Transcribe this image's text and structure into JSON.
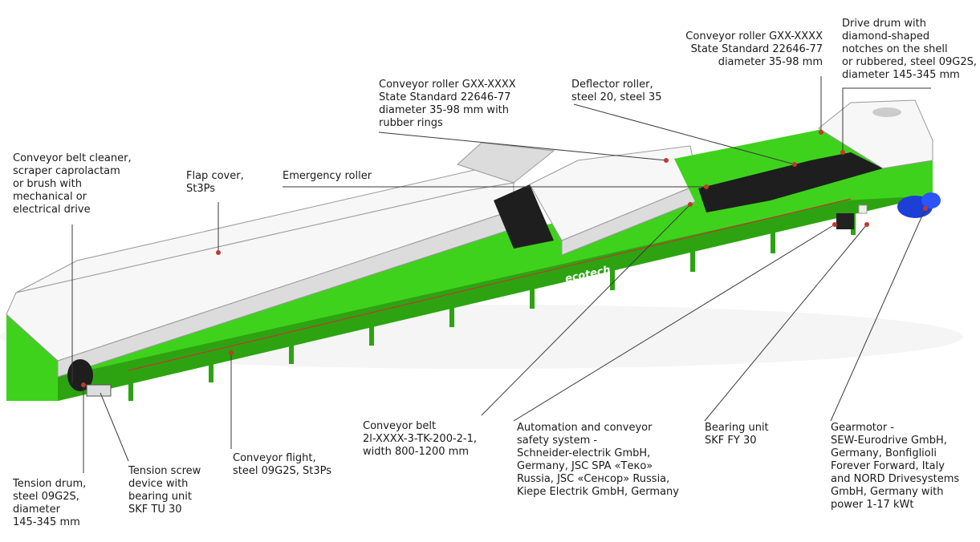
{
  "colors": {
    "frame_green": "#3fd21c",
    "frame_green_dark": "#2da312",
    "cover_white": "#f7f7f7",
    "cover_shade": "#dcdcdc",
    "belt_black": "#1e1e1e",
    "motor_blue": "#1d3fd6",
    "leader_line": "#3a3a3a"
  },
  "logo": {
    "text": "ecotech"
  },
  "labels": {
    "belt_cleaner": "Conveyor belt cleaner,\nscraper caprolactam\nor brush with\nmechanical or\nelectrical drive",
    "flap_cover": "Flap cover,\nSt3Ps",
    "emergency_roller": "Emergency roller",
    "roller_rubber": "Conveyor roller GXX-XXXX\nState Standard 22646-77\ndiameter 35-98 mm with\nrubber rings",
    "deflector_roller": "Deflector roller,\nsteel 20, steel 35",
    "roller_top": "Conveyor roller  GXX-XXXX\nState Standard 22646-77\ndiameter 35-98 mm",
    "drive_drum": "Drive drum with\ndiamond-shaped\nnotches on the shell\nor rubbered, steel 09G2S,\ndiameter 145-345 mm",
    "tension_drum": "Tension drum,\nsteel 09G2S,\ndiameter\n145-345 mm",
    "tension_screw": "Tension screw\ndevice with\nbearing unit\nSKF TU 30",
    "conveyor_flight": "Conveyor flight,\nsteel 09G2S, St3Ps",
    "conveyor_belt": "Conveyor belt\n2l-XXXX-3-TK-200-2-1,\nwidth 800-1200 mm",
    "automation": "Automation and conveyor\nsafety system -\nSchneider-electrik GmbH,\nGermany, JSC SPA «Теко»\nRussia, JSC «Сенсор» Russia,\nKiepe Electrik GmbH, Germany",
    "bearing_unit": "Bearing unit\nSKF FY 30",
    "gearmotor": "Gearmotor -\nSEW-Eurodrive GmbH,\nGermany, Bonfiglioli\nForever Forward, Italy\nand NORD Drivesystems\nGmbH, Germany with\npower 1-17 kWt"
  }
}
